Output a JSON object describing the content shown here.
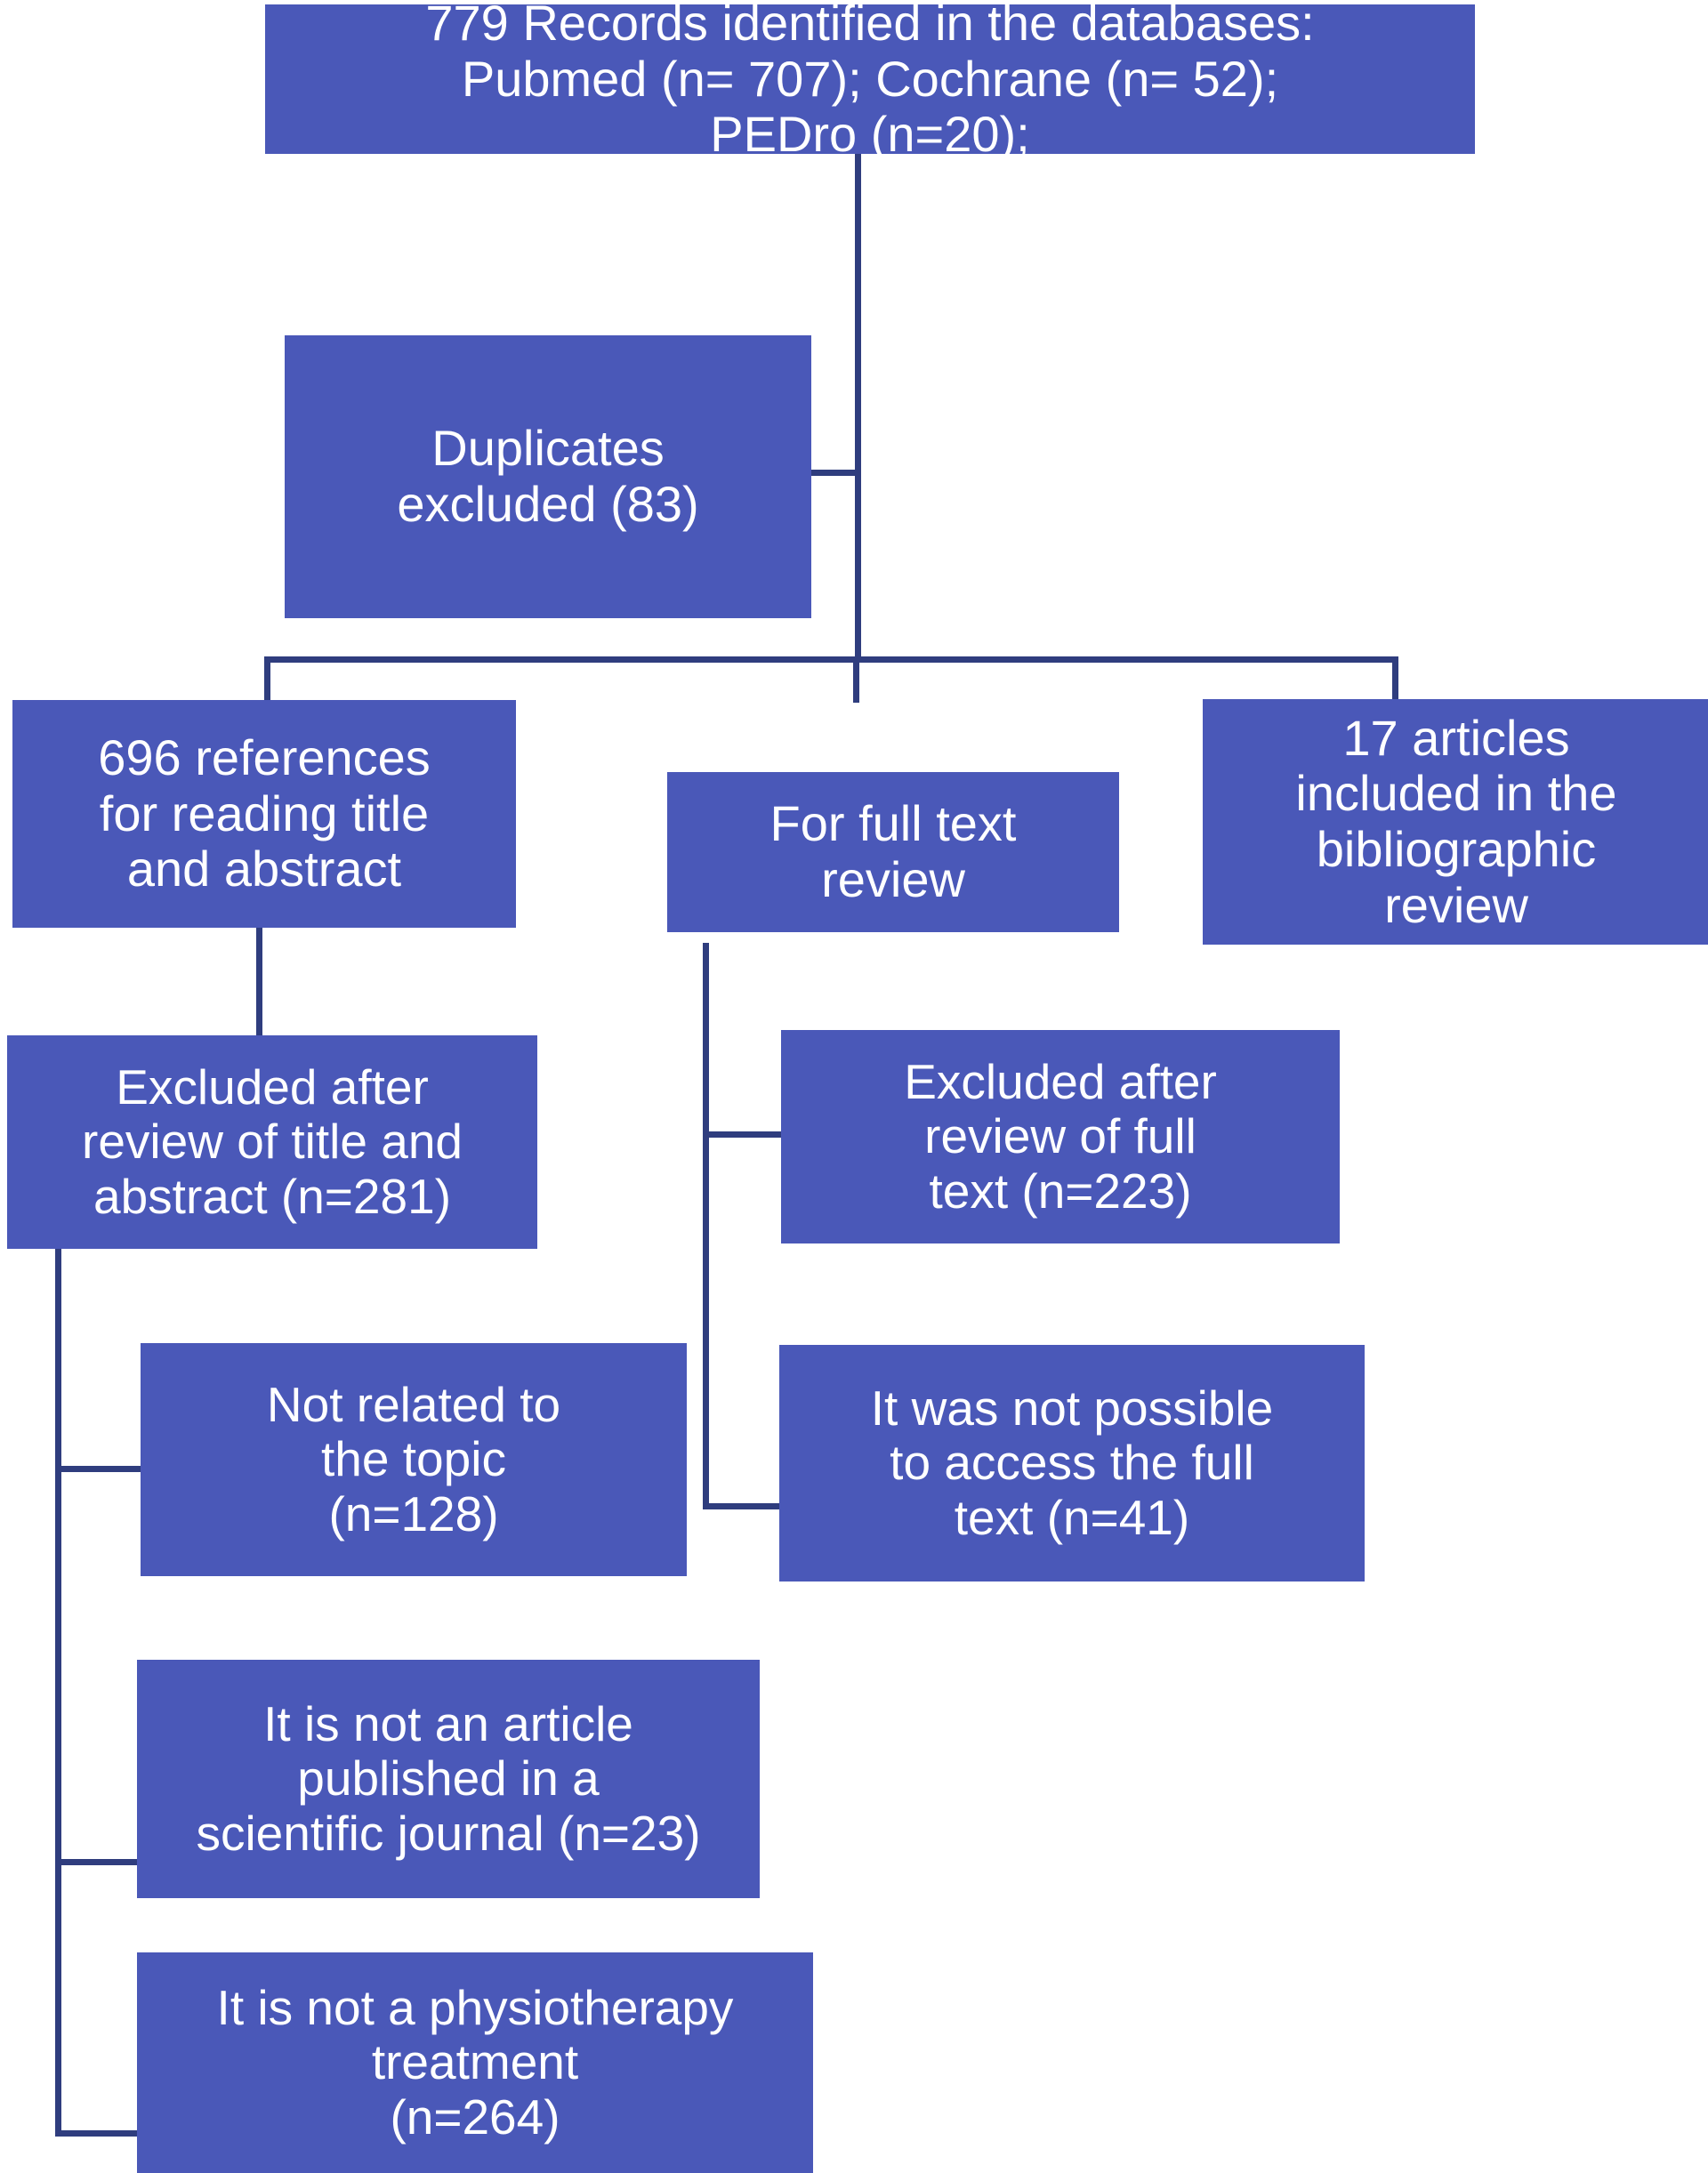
{
  "diagram": {
    "title": "PRISMA study selection flow diagram",
    "colors": {
      "box_fill": "#4a58b8",
      "box_text": "#ffffff",
      "connector": "#2f3d7e",
      "background": "#ffffff"
    },
    "nodes": {
      "records_identified": {
        "label": "779 Records identified in the databases:\nPubmed (n= 707); Cochrane (n= 52);\nPEDro (n=20);",
        "total": 779,
        "sources": [
          {
            "name": "Pubmed",
            "n": 707
          },
          {
            "name": "Cochrane",
            "n": 52
          },
          {
            "name": "PEDro",
            "n": 20
          }
        ]
      },
      "duplicates_excluded": {
        "label": "Duplicates\nexcluded (83)",
        "n": 83
      },
      "references_screened": {
        "label": "696 references\nfor reading title\nand abstract",
        "n": 696
      },
      "full_text_review": {
        "label": "For full text\nreview"
      },
      "articles_included": {
        "label": "17 articles\nincluded in the\nbibliographic\nreview",
        "n": 17
      },
      "excluded_title_abstract": {
        "label": "Excluded after\nreview of title and\nabstract (n=281)",
        "n": 281
      },
      "excluded_full_text": {
        "label": "Excluded after\nreview of full\ntext (n=223)",
        "n": 223
      },
      "not_related_topic": {
        "label": "Not related to\nthe topic\n(n=128)",
        "n": 128
      },
      "no_access_full_text": {
        "label": "It was not possible\nto access the full\ntext  (n=41)",
        "n": 41
      },
      "not_scientific_journal": {
        "label": "It is not an article\npublished in a\nscientific journal (n=23)",
        "n": 23
      },
      "not_physiotherapy": {
        "label": "It is not a physiotherapy\ntreatment\n(n=264)",
        "n": 264
      }
    }
  }
}
